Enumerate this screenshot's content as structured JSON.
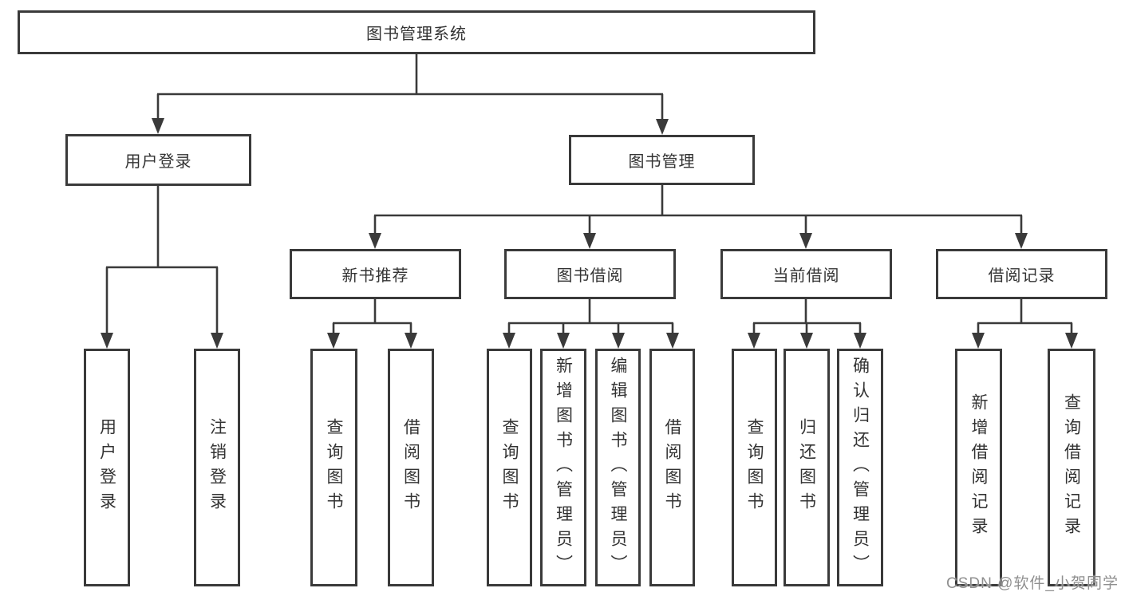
{
  "diagram": {
    "root": {
      "label": "图书管理系统"
    },
    "level2": [
      {
        "label": "用户登录"
      },
      {
        "label": "图书管理"
      }
    ],
    "level3": [
      {
        "label": "新书推荐"
      },
      {
        "label": "图书借阅"
      },
      {
        "label": "当前借阅"
      },
      {
        "label": "借阅记录"
      }
    ],
    "leaves": {
      "user_login": [
        {
          "label": "用户登录"
        },
        {
          "label": "注销登录"
        }
      ],
      "new_book_recommend": [
        {
          "label": "查询图书"
        },
        {
          "label": "借阅图书"
        }
      ],
      "book_borrow": [
        {
          "label": "查询图书"
        },
        {
          "label": "新增图书（管理员）"
        },
        {
          "label": "编辑图书（管理员）"
        },
        {
          "label": "借阅图书"
        }
      ],
      "current_borrow": [
        {
          "label": "查询图书"
        },
        {
          "label": "归还图书"
        },
        {
          "label": "确认归还（管理员）"
        }
      ],
      "borrow_records": [
        {
          "label": "新增借阅记录"
        },
        {
          "label": "查询借阅记录"
        }
      ]
    }
  },
  "watermark": {
    "text": "CSDN @软件_小贺同学"
  },
  "colors": {
    "line": "#3a3a3a",
    "text": "#333333",
    "watermark": "#8f8f8f",
    "background": "#ffffff"
  }
}
